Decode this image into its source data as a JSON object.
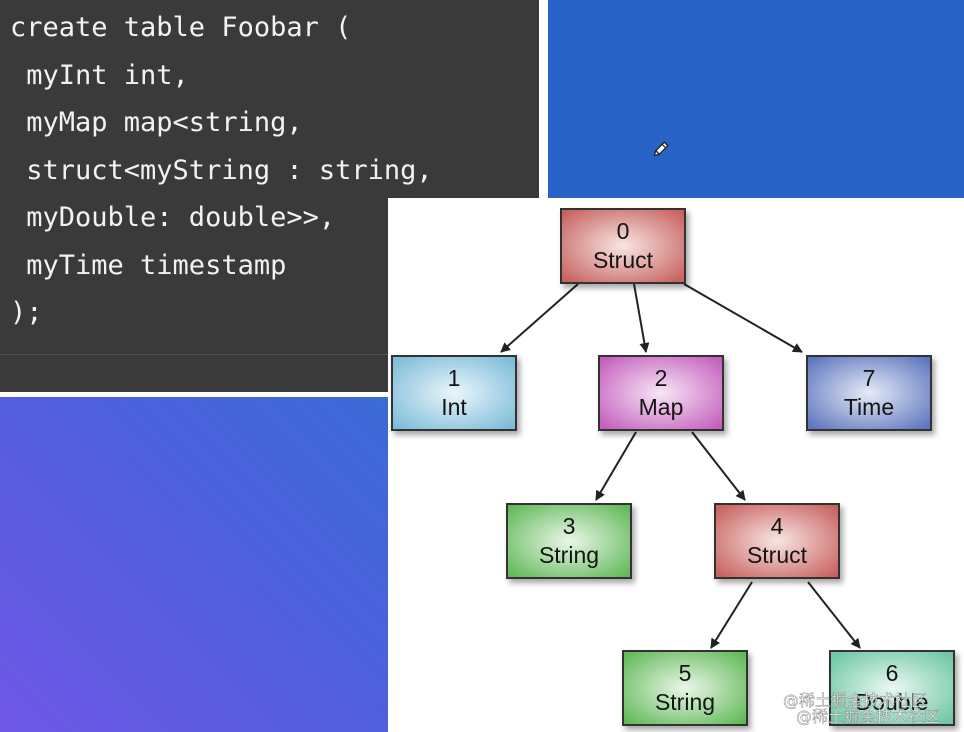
{
  "code": {
    "lines": [
      "create table Foobar (",
      " myInt int,",
      " myMap map<string,",
      " struct<myString : string,",
      " myDouble: double>>,",
      " myTime timestamp",
      ");"
    ]
  },
  "tree": {
    "nodes": [
      {
        "id": "0",
        "label": "Struct",
        "color": "#d9706e"
      },
      {
        "id": "1",
        "label": "Int",
        "color": "#8cc6e0"
      },
      {
        "id": "2",
        "label": "Map",
        "color": "#cc6ec6"
      },
      {
        "id": "7",
        "label": "Time",
        "color": "#6f86c9"
      },
      {
        "id": "3",
        "label": "String",
        "color": "#73c469"
      },
      {
        "id": "4",
        "label": "Struct",
        "color": "#d9706e"
      },
      {
        "id": "5",
        "label": "String",
        "color": "#73c469"
      },
      {
        "id": "6",
        "label": "Double",
        "color": "#7fcfb0"
      }
    ],
    "edges": [
      [
        "0",
        "1"
      ],
      [
        "0",
        "2"
      ],
      [
        "0",
        "7"
      ],
      [
        "2",
        "3"
      ],
      [
        "2",
        "4"
      ],
      [
        "4",
        "5"
      ],
      [
        "4",
        "6"
      ]
    ]
  },
  "watermark": {
    "line1": "@稀土掘金技术社区",
    "line2": "@稀土掘金技术社区"
  },
  "colors": {
    "code_bg": "#3a3a3a",
    "code_text": "#f2f2f2",
    "blue_panel": "#2a63c7",
    "gradient_start": "#3b6ad6",
    "gradient_end": "#7058e6"
  },
  "icons": {
    "pencil": "pencil-icon"
  }
}
